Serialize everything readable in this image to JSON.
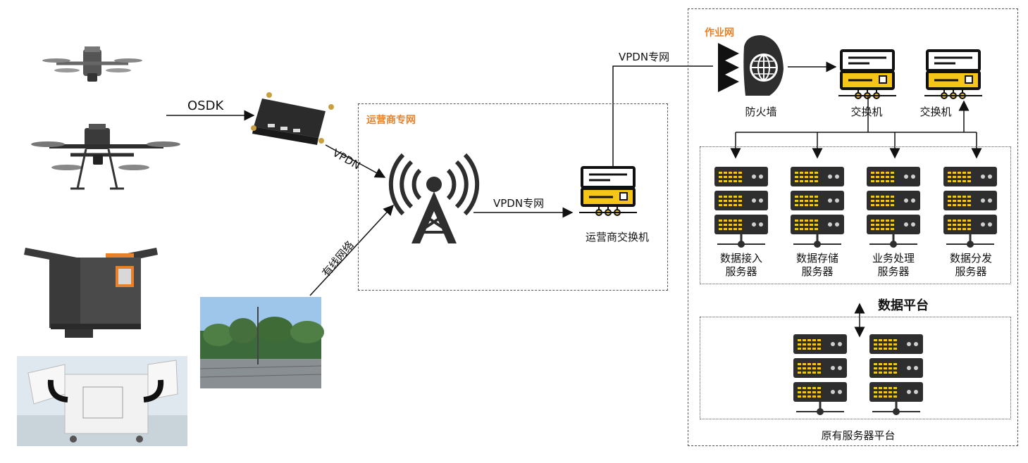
{
  "labels": {
    "osdk": "OSDK",
    "vpdn": "VPDN",
    "wired": "有线网络",
    "vpdn_private_1": "VPDN专网",
    "vpdn_private_2": "VPDN专网",
    "carrier_switch": "运营商交换机",
    "firewall": "防火墙",
    "switch_1": "交换机",
    "switch_2": "交换机",
    "data_platform": "数据平台",
    "legacy_platform": "原有服务器平台"
  },
  "zones": {
    "carrier_net": "运营商专网",
    "ops_net": "作业网"
  },
  "servers": [
    {
      "line1": "数据接入",
      "line2": "服务器"
    },
    {
      "line1": "数据存储",
      "line2": "服务器"
    },
    {
      "line1": "业务处理",
      "line2": "服务器"
    },
    {
      "line1": "数据分发",
      "line2": "服务器"
    }
  ],
  "colors": {
    "accent_orange": "#e8822a",
    "server_dark": "#2e2e2e",
    "server_yellow": "#f5c518",
    "arrow": "#111111"
  }
}
